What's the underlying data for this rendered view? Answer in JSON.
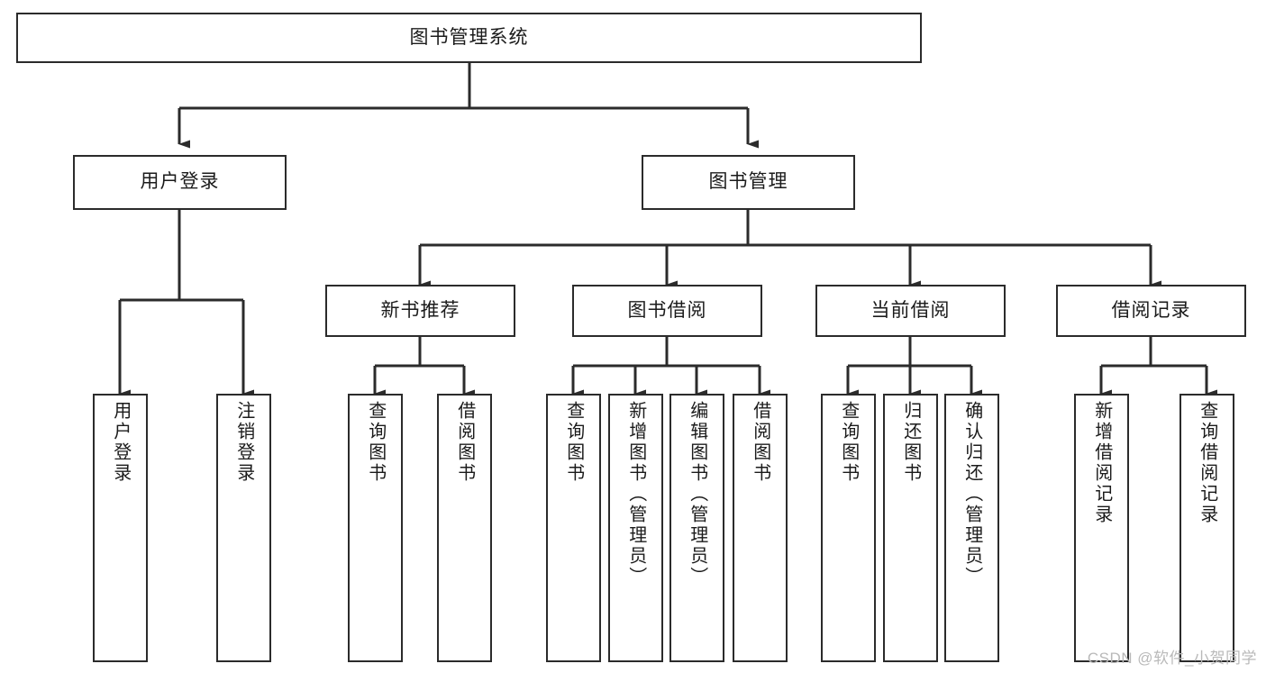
{
  "diagram": {
    "type": "tree-hierarchy-chart",
    "title": "图书管理系统",
    "root": {
      "label": "图书管理系统"
    },
    "level2": [
      {
        "label": "用户登录"
      },
      {
        "label": "图书管理"
      }
    ],
    "level3": [
      {
        "label": "新书推荐"
      },
      {
        "label": "图书借阅"
      },
      {
        "label": "当前借阅"
      },
      {
        "label": "借阅记录"
      }
    ],
    "leaves": [
      {
        "label": "用户登录"
      },
      {
        "label": "注销登录"
      },
      {
        "label": "查询图书"
      },
      {
        "label": "借阅图书"
      },
      {
        "label": "查询图书"
      },
      {
        "label": "新增图书（管理员）"
      },
      {
        "label": "编辑图书（管理员）"
      },
      {
        "label": "借阅图书"
      },
      {
        "label": "查询图书"
      },
      {
        "label": "归还图书"
      },
      {
        "label": "确认归还（管理员）"
      },
      {
        "label": "新增借阅记录"
      },
      {
        "label": "查询借阅记录"
      }
    ]
  },
  "watermark": {
    "text": "CSDN @软件_小贺同学"
  },
  "colors": {
    "background": "#ffffff",
    "stroke": "#2b2b2b",
    "text": "#1b1b1b",
    "watermark": "#b9b9b9"
  }
}
